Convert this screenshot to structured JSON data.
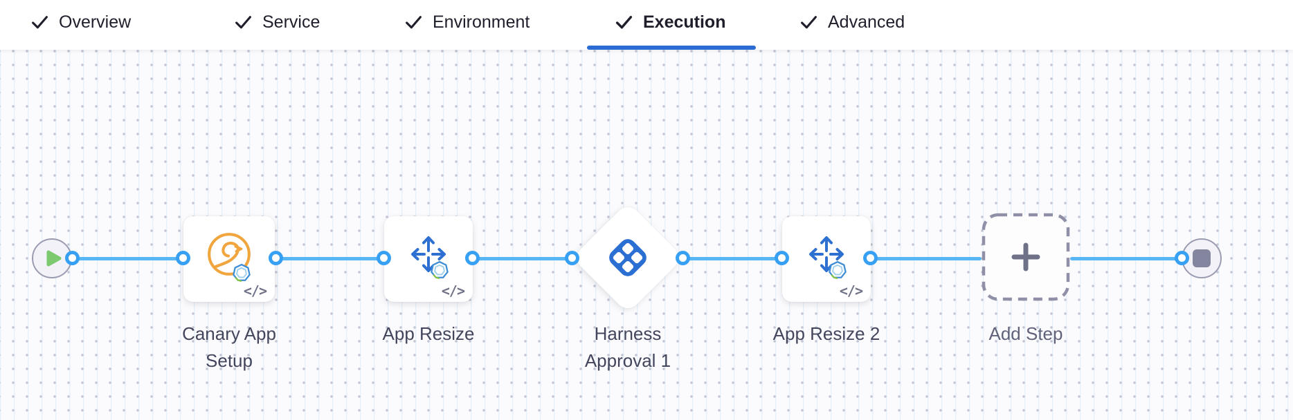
{
  "header": {
    "tabs": [
      {
        "label": "Overview",
        "state": "completed",
        "icon": "check-icon"
      },
      {
        "label": "Service",
        "state": "completed",
        "icon": "check-icon"
      },
      {
        "label": "Environment",
        "state": "completed",
        "icon": "check-icon"
      },
      {
        "label": "Execution",
        "state": "active",
        "icon": "check-icon"
      },
      {
        "label": "Advanced",
        "state": "completed",
        "icon": "check-icon"
      }
    ]
  },
  "pipeline": {
    "start_node": {
      "icon": "play-icon"
    },
    "end_node": {
      "icon": "stop-icon"
    },
    "steps": [
      {
        "label": "Canary App Setup",
        "shape": "card",
        "icon": "canary-bird-icon",
        "badges": [
          "gear-icon",
          "code-icon"
        ]
      },
      {
        "label": "App Resize",
        "shape": "card",
        "icon": "resize-arrows-icon",
        "badges": [
          "gear-icon",
          "code-icon"
        ]
      },
      {
        "label": "Harness Approval 1",
        "shape": "diamond",
        "icon": "harness-logo-icon",
        "badges": []
      },
      {
        "label": "App Resize 2",
        "shape": "card",
        "icon": "resize-arrows-icon",
        "badges": [
          "gear-icon",
          "code-icon"
        ]
      },
      {
        "label": "Add Step",
        "shape": "dashed",
        "icon": "plus-icon",
        "badges": []
      }
    ],
    "code_badge_text": "</>"
  },
  "colors": {
    "active_tab_underline": "#2b6cd4",
    "connector_line": "#57b6f3",
    "connector_ring": "#38a0f3",
    "harness_logo_blue": "#2b6fd3",
    "resize_arrows_blue": "#2e70d2",
    "canary_orange": "#f1a53e",
    "play_green": "#7cc96f",
    "terminal_gray": "#8486a0"
  }
}
